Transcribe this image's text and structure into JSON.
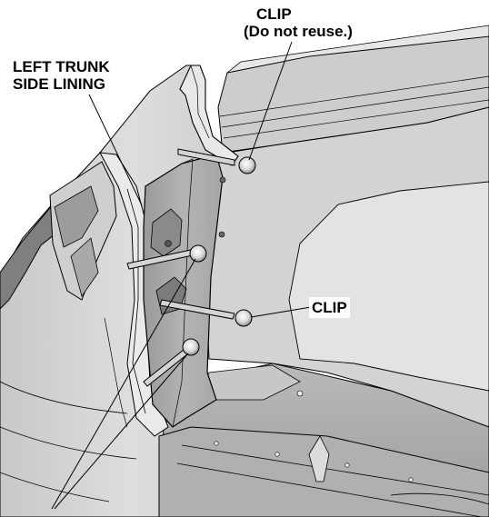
{
  "callouts": {
    "clip_top": "CLIP",
    "clip_top_note": "(Do not reuse.)",
    "lining_line1": "LEFT TRUNK",
    "lining_line2": "SIDE LINING",
    "clip_right": "CLIP"
  },
  "colors": {
    "line": "#000000",
    "panel_light": "#dcdcdc",
    "panel_mid": "#bdbdbd",
    "panel_dark": "#8e8e8e",
    "background": "#ffffff"
  }
}
